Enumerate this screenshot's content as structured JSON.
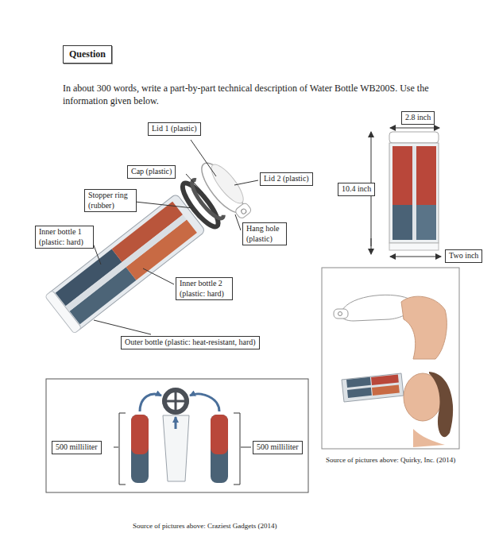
{
  "diagram": {
    "nodes": [
      {
        "text": [
          "Question"
        ]
      },
      {
        "text": [
          "2.8 inch"
        ]
      },
      {
        "text": [
          "Lid 1 (plastic)"
        ]
      },
      {
        "text": [
          "Cap (plastic)"
        ]
      },
      {
        "text": [
          "Lid 2 (plastic)"
        ]
      },
      {
        "text": [
          "10.4 inch"
        ]
      },
      {
        "text": [
          "Stopper ring (rubber)"
        ]
      },
      {
        "text": [
          "Hang hole (plastic)"
        ]
      },
      {
        "text": [
          "Inner bottle 1 (plastic: hard)"
        ]
      },
      {
        "text": [
          "Two inch"
        ]
      },
      {
        "text": [
          "Inner bottle 2 (plastic: hard)"
        ]
      },
      {
        "text": [
          "Outer bottle (plastic: heat-resistant, hard)"
        ]
      },
      {
        "text": [
          "500 milliliter"
        ]
      },
      {
        "text": [
          "500 milliliter"
        ]
      }
    ],
    "labels": [
      "In about 300 words, write a part-by-part technical description of Water Bottle WB200S. Use the information given below.",
      "Source of pictures above: Quirky, Inc. (2014)",
      "Source of pictures above: Craziest Gadgets (2014)"
    ]
  }
}
